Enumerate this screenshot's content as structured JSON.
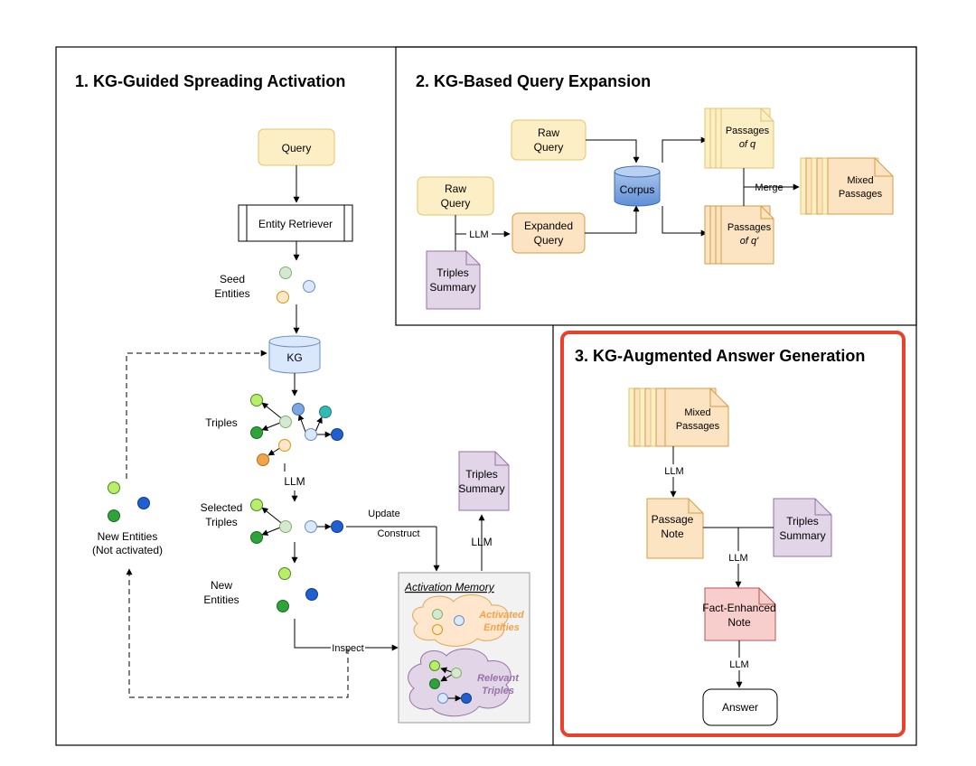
{
  "panel1": {
    "title": "1. KG-Guided Spreading Activation",
    "query": "Query",
    "entity_retriever": "Entity Retriever",
    "seed_entities": [
      "Seed",
      "Entities"
    ],
    "kg": "KG",
    "triples": "Triples",
    "llm_1": "LLM",
    "selected_triples": [
      "Selected",
      "Triples"
    ],
    "new_entities": [
      "New",
      "Entities"
    ],
    "new_entities_left": [
      "New Entities",
      "(Not activated)"
    ],
    "update": "Update",
    "construct": "Construct",
    "inspect": "Inspect",
    "llm_2": "LLM",
    "triples_summary": [
      "Triples",
      "Summary"
    ],
    "activation_memory": "Activation Memory",
    "activated_entities": [
      "Activated",
      "Entities"
    ],
    "relevant_triples": [
      "Relevant",
      "Triples"
    ]
  },
  "panel2": {
    "title": "2. KG-Based Query Expansion",
    "raw_query_top": [
      "Raw",
      "Query"
    ],
    "raw_query_left": [
      "Raw",
      "Query"
    ],
    "llm": "LLM",
    "expanded_query": [
      "Expanded",
      "Query"
    ],
    "triples_summary": [
      "Triples",
      "Summary"
    ],
    "corpus": "Corpus",
    "passages_q": [
      "Passages",
      "of q"
    ],
    "passages_q_prime": [
      "Passages",
      "of q'"
    ],
    "merge": "Merge",
    "mixed_passages": [
      "Mixed",
      "Passages"
    ]
  },
  "panel3": {
    "title": "3. KG-Augmented Answer Generation",
    "mixed_passages": [
      "Mixed",
      "Passages"
    ],
    "llm_1": "LLM",
    "passage_note": [
      "Passage",
      "Note"
    ],
    "triples_summary": [
      "Triples",
      "Summary"
    ],
    "llm_2": "LLM",
    "fact_enhanced_note": [
      "Fact-Enhanced",
      "Note"
    ],
    "llm_3": "LLM",
    "answer": "Answer"
  },
  "colors": {
    "query_fill": "#FCEFC5",
    "query_stroke": "#E3C46E",
    "expanded_fill": "#FCE3C2",
    "expanded_stroke": "#D79B42",
    "summary_fill": "#E1D5E7",
    "summary_stroke": "#9673A6",
    "kg_fill": "#DAE8FC",
    "kg_stroke": "#6C8EBF",
    "corpus_fill": "#7EA6E0",
    "note_red_fill": "#F8CECC",
    "note_red_stroke": "#B85450",
    "highlight_border": "#E8422F",
    "activated_text": "#F0A34A",
    "relevant_text": "#9673A6"
  }
}
